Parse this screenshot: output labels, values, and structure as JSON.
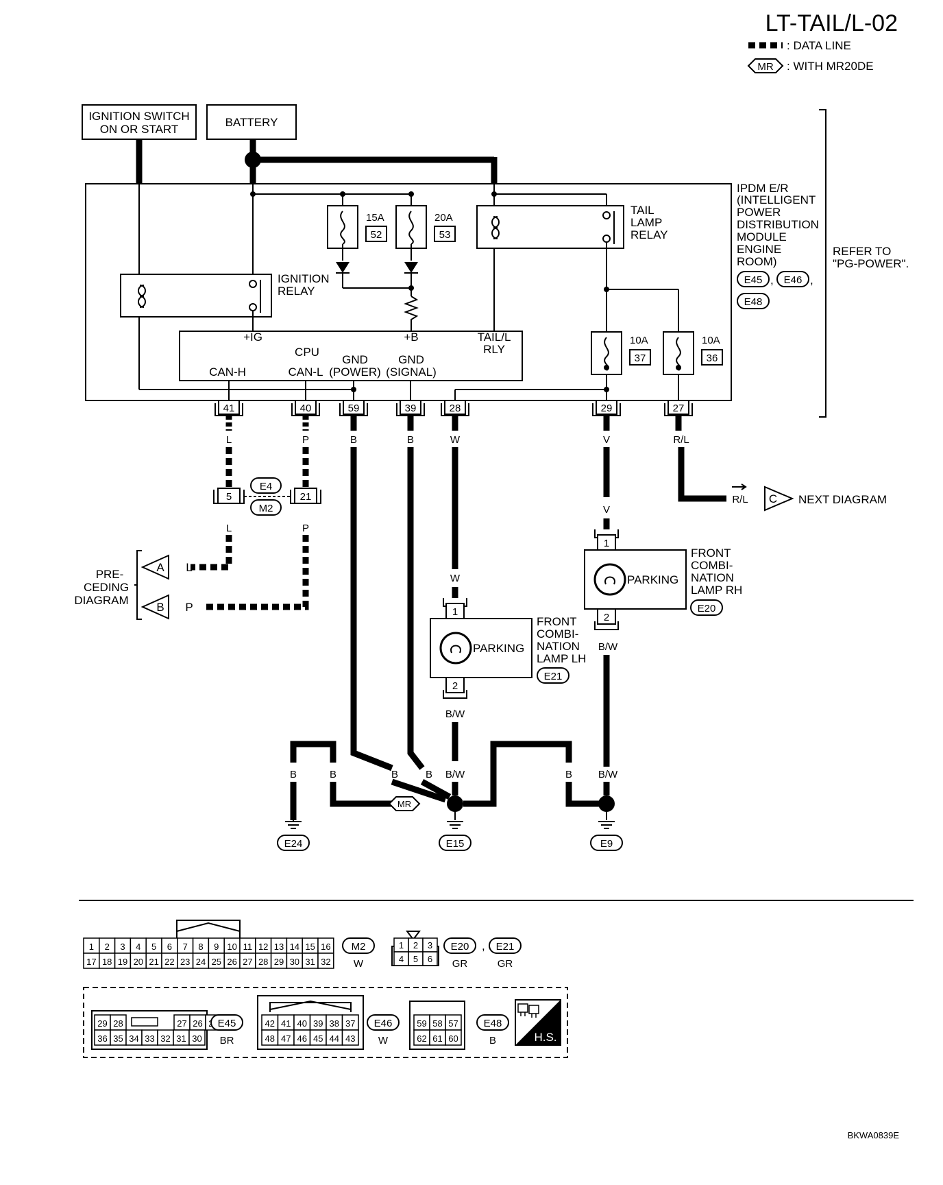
{
  "header": {
    "title": "LT-TAIL/L-02",
    "legend_data_line": ": DATA LINE",
    "legend_mr_badge": "MR",
    "legend_mr": ": WITH MR20DE"
  },
  "sources": {
    "ignition_line1": "IGNITION SWITCH",
    "ignition_line2": "ON OR START",
    "battery": "BATTERY"
  },
  "ipdm": {
    "l1": "IPDM E/R",
    "l2": "(INTELLIGENT",
    "l3": "POWER",
    "l4": "DISTRIBUTION",
    "l5": "MODULE",
    "l6": "ENGINE",
    "l7": "ROOM)",
    "c1": "E45",
    "c2": "E46",
    "c3": "E48",
    "refer1": "REFER TO",
    "refer2": "\"PG-POWER\"."
  },
  "fuses": {
    "f1_amp": "15A",
    "f1_no": "52",
    "f2_amp": "20A",
    "f2_no": "53",
    "f3_amp": "10A",
    "f3_no": "37",
    "f4_amp": "10A",
    "f4_no": "36"
  },
  "relays": {
    "ign1": "IGNITION",
    "ign2": "RELAY",
    "tail1": "TAIL",
    "tail2": "LAMP",
    "tail3": "RELAY"
  },
  "cpu": {
    "ig": "+IG",
    "b": "+B",
    "tail1": "TAIL/L",
    "tail2": "RLY",
    "cpu": "CPU",
    "canh": "CAN-H",
    "canl": "CAN-L",
    "gnd1": "GND",
    "gnd1b": "(POWER)",
    "gnd2": "GND",
    "gnd2b": "(SIGNAL)"
  },
  "terminals": [
    "41",
    "40",
    "59",
    "39",
    "28",
    "29",
    "27"
  ],
  "wires": {
    "t41": "L",
    "t40": "P",
    "t59": "B",
    "t39": "B",
    "t28": "W",
    "t29": "V",
    "t27": "R/L",
    "mid_l": "L",
    "mid_p": "P",
    "v_low": "V",
    "w_low": "W",
    "bw_lh": "B/W",
    "bw_rh": "B/W",
    "g1": "B",
    "g2": "B",
    "g3": "B",
    "g4": "B",
    "g5": "B/W",
    "g6": "B",
    "g7": "B",
    "g8": "B/W",
    "rl_arrow": "R/L",
    "prec_l": "L",
    "prec_p": "P"
  },
  "joint": {
    "pin_a": "5",
    "pin_b": "21",
    "c_top": "E4",
    "c_bot": "M2"
  },
  "next": {
    "letter": "C",
    "label": "NEXT DIAGRAM"
  },
  "preceding": {
    "l1": "PRE-",
    "l2": "CEDING",
    "l3": "DIAGRAM",
    "a": "A",
    "b": "B"
  },
  "lamp_rh": {
    "pin_top": "1",
    "pin_bot": "2",
    "label": "PARKING",
    "n1": "FRONT",
    "n2": "COMBI-",
    "n3": "NATION",
    "n4": "LAMP RH",
    "conn": "E20"
  },
  "lamp_lh": {
    "pin_top": "1",
    "pin_bot": "2",
    "label": "PARKING",
    "n1": "FRONT",
    "n2": "COMBI-",
    "n3": "NATION",
    "n4": "LAMP LH",
    "conn": "E21"
  },
  "grounds": {
    "g1": "E24",
    "g2": "E15",
    "g3": "E9",
    "mr": "MR"
  },
  "connectors": {
    "m2_row1": [
      "1",
      "2",
      "3",
      "4",
      "5",
      "6",
      "7",
      "8",
      "9",
      "10",
      "11",
      "12",
      "13",
      "14",
      "15",
      "16"
    ],
    "m2_row2": [
      "17",
      "18",
      "19",
      "20",
      "21",
      "22",
      "23",
      "24",
      "25",
      "26",
      "27",
      "28",
      "29",
      "30",
      "31",
      "32"
    ],
    "m2_id": "M2",
    "m2_color": "W",
    "e20_row1": [
      "1",
      "2",
      "3"
    ],
    "e20_row2": [
      "4",
      "5",
      "6"
    ],
    "e20_id": "E20",
    "e20_color": "GR",
    "e21_id": "E21",
    "e21_color": "GR",
    "sep": ",",
    "e45_row1": [
      "29",
      "28",
      "27",
      "26",
      "25"
    ],
    "e45_row2": [
      "36",
      "35",
      "34",
      "33",
      "32",
      "31",
      "30"
    ],
    "e45_id": "E45",
    "e45_color": "BR",
    "e46_row1": [
      "42",
      "41",
      "40",
      "39",
      "38",
      "37"
    ],
    "e46_row2": [
      "48",
      "47",
      "46",
      "45",
      "44",
      "43"
    ],
    "e46_id": "E46",
    "e46_color": "W",
    "e48_row1": [
      "59",
      "58",
      "57"
    ],
    "e48_row2": [
      "62",
      "61",
      "60"
    ],
    "e48_id": "E48",
    "e48_color": "B",
    "hs": "H.S."
  },
  "footer": {
    "code": "BKWA0839E"
  }
}
